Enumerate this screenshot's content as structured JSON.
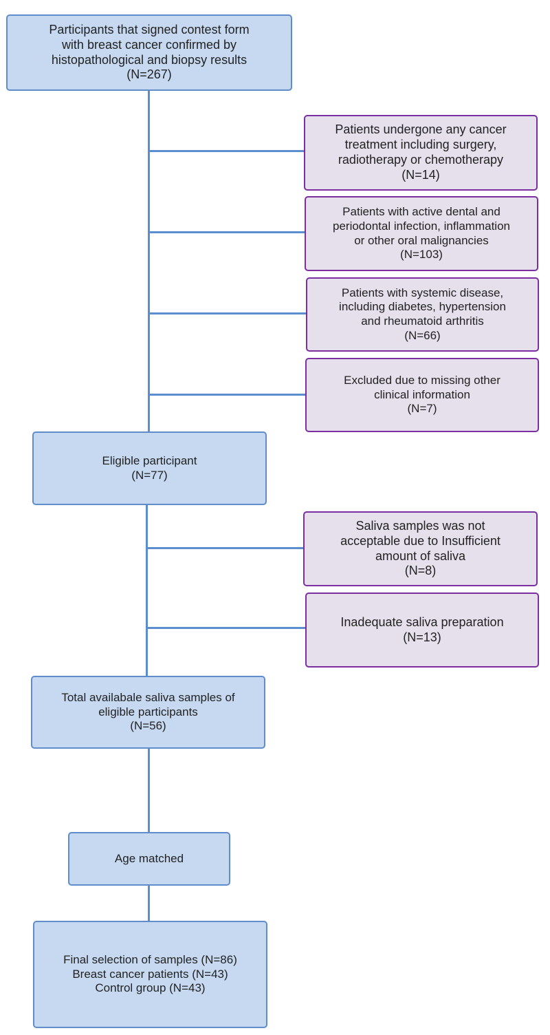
{
  "nodes": {
    "start": {
      "lines": [
        "Participants that signed contest form",
        "with breast cancer confirmed by",
        "histopathological and biopsy results",
        "(N=267)"
      ]
    },
    "excl_treatment": {
      "lines": [
        "Patients undergone any cancer",
        "treatment including surgery,",
        "radiotherapy or chemotherapy",
        "(N=14)"
      ]
    },
    "excl_dental": {
      "lines": [
        "Patients with active dental and",
        "periodontal infection, inflammation",
        "or other oral malignancies",
        "(N=103)"
      ]
    },
    "excl_systemic": {
      "lines": [
        "Patients with systemic disease,",
        "including diabetes, hypertension",
        "and rheumatoid arthritis",
        "(N=66)"
      ]
    },
    "excl_missing": {
      "lines": [
        "Excluded due to missing other",
        "clinical information",
        "(N=7)"
      ]
    },
    "eligible": {
      "lines": [
        "Eligible participant",
        "(N=77)"
      ]
    },
    "excl_saliva_amount": {
      "lines": [
        "Saliva samples was not",
        "acceptable due to Insufficient",
        "amount of saliva",
        "(N=8)"
      ]
    },
    "excl_saliva_prep": {
      "lines": [
        "Inadequate saliva preparation",
        "(N=13)"
      ]
    },
    "available": {
      "lines": [
        "Total availabale saliva samples of",
        "eligible participants",
        "(N=56)"
      ]
    },
    "age_matched": {
      "lines": [
        "Age matched"
      ]
    },
    "final": {
      "lines": [
        "Final selection of samples (N=86)",
        "Breast cancer patients (N=43)",
        "Control group (N=43)"
      ]
    }
  },
  "colors": {
    "main_fill": "#c6d9f1",
    "main_border": "#5f8dc9",
    "exclusion_fill": "#e5e0ec",
    "exclusion_border": "#7a2ea0",
    "connector": "#5b8ecf"
  }
}
